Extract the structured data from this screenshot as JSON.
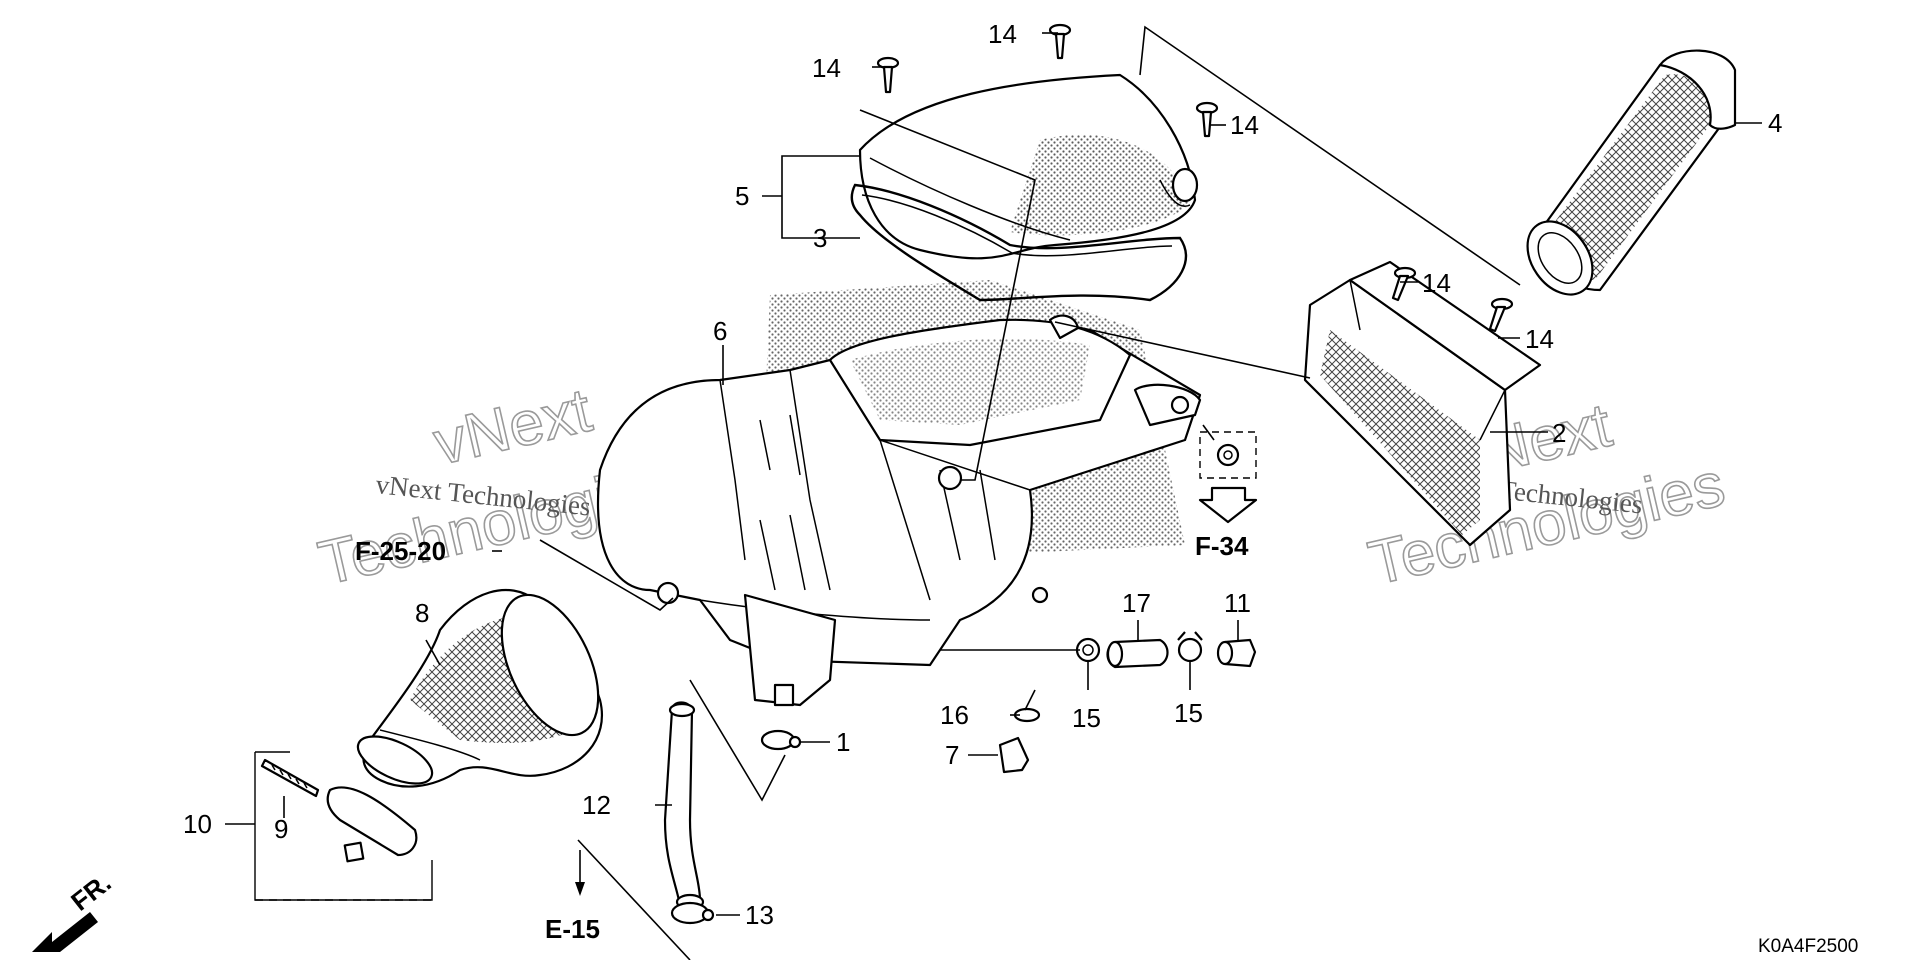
{
  "callouts": [
    {
      "id": "c14a",
      "text": "14"
    },
    {
      "id": "c14b",
      "text": "14"
    },
    {
      "id": "c14c",
      "text": "14"
    },
    {
      "id": "c14d",
      "text": "14"
    },
    {
      "id": "c14e",
      "text": "14"
    },
    {
      "id": "c5",
      "text": "5"
    },
    {
      "id": "c3",
      "text": "3"
    },
    {
      "id": "c4",
      "text": "4"
    },
    {
      "id": "c6",
      "text": "6"
    },
    {
      "id": "c2",
      "text": "2"
    },
    {
      "id": "c8",
      "text": "8"
    },
    {
      "id": "c17",
      "text": "17"
    },
    {
      "id": "c11",
      "text": "11"
    },
    {
      "id": "c15a",
      "text": "15"
    },
    {
      "id": "c15b",
      "text": "15"
    },
    {
      "id": "c16",
      "text": "16"
    },
    {
      "id": "c7",
      "text": "7"
    },
    {
      "id": "c1",
      "text": "1"
    },
    {
      "id": "c12",
      "text": "12"
    },
    {
      "id": "c13",
      "text": "13"
    },
    {
      "id": "c10",
      "text": "10"
    },
    {
      "id": "c9",
      "text": "9"
    }
  ],
  "refs": {
    "f2520": "F-25-20",
    "f34": "F-34",
    "e15": "E-15",
    "front": "FR."
  },
  "diagram_code": "K0A4F2500",
  "watermarks": {
    "brand_big": "vNext",
    "tech_big": "Technologies",
    "brand_small": "vNext Technologies",
    "small_right": "t Technologies"
  }
}
